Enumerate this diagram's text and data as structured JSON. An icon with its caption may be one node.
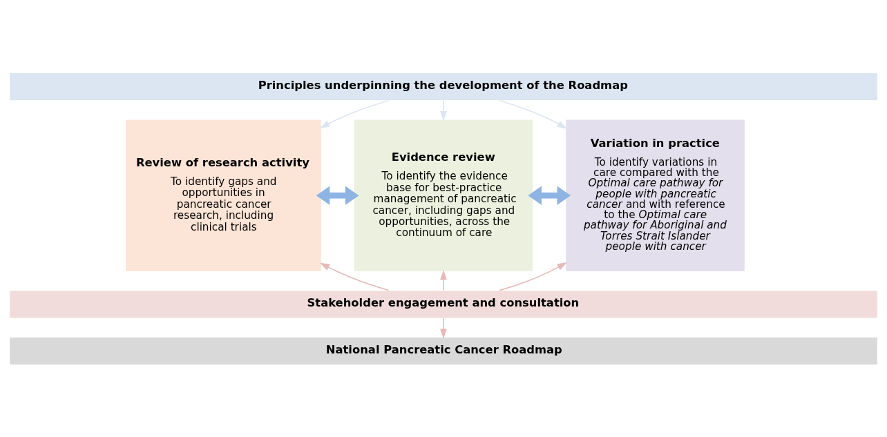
{
  "diagram": {
    "nodes": [
      {
        "text": [
          "Principles underpinning the development of the Roadmap"
        ]
      },
      {
        "text": [
          "Review of research activity",
          "To identify gaps and opportunities in pancreatic cancer research, including clinical trials"
        ]
      },
      {
        "text": [
          "Evidence review",
          "To identify the evidence base for best-practice management of pancreatic cancer, including gaps and opportunities, across the continuum of care"
        ]
      },
      {
        "text": [
          "Variation in practice",
          "To identify variations in care compared with the *Optimal care pathway for people with pancreatic cancer* and with reference to the *Optimal care pathway for Aboriginal and Torres Strait Islander people with cancer*"
        ]
      },
      {
        "text": [
          "Stakeholder engagement and consultation"
        ]
      },
      {
        "text": [
          "National Pancreatic Cancer Roadmap"
        ]
      }
    ],
    "edges": [
      {
        "from": 0,
        "to": 1,
        "arrow": "to",
        "color": "#dce6f2"
      },
      {
        "from": 0,
        "to": 2,
        "arrow": "to",
        "color": "#dce6f2"
      },
      {
        "from": 0,
        "to": 3,
        "arrow": "to",
        "color": "#dce6f2"
      },
      {
        "from": 1,
        "to": 2,
        "arrow": "both",
        "style": "thick",
        "color": "#8eb4e3"
      },
      {
        "from": 2,
        "to": 3,
        "arrow": "both",
        "style": "thick",
        "color": "#8eb4e3"
      },
      {
        "from": 4,
        "to": 1,
        "arrow": "to"
      },
      {
        "from": 4,
        "to": 2,
        "arrow": "to"
      },
      {
        "from": 4,
        "to": 3,
        "arrow": "to"
      },
      {
        "from": 4,
        "to": 5,
        "arrow": "to"
      }
    ]
  }
}
